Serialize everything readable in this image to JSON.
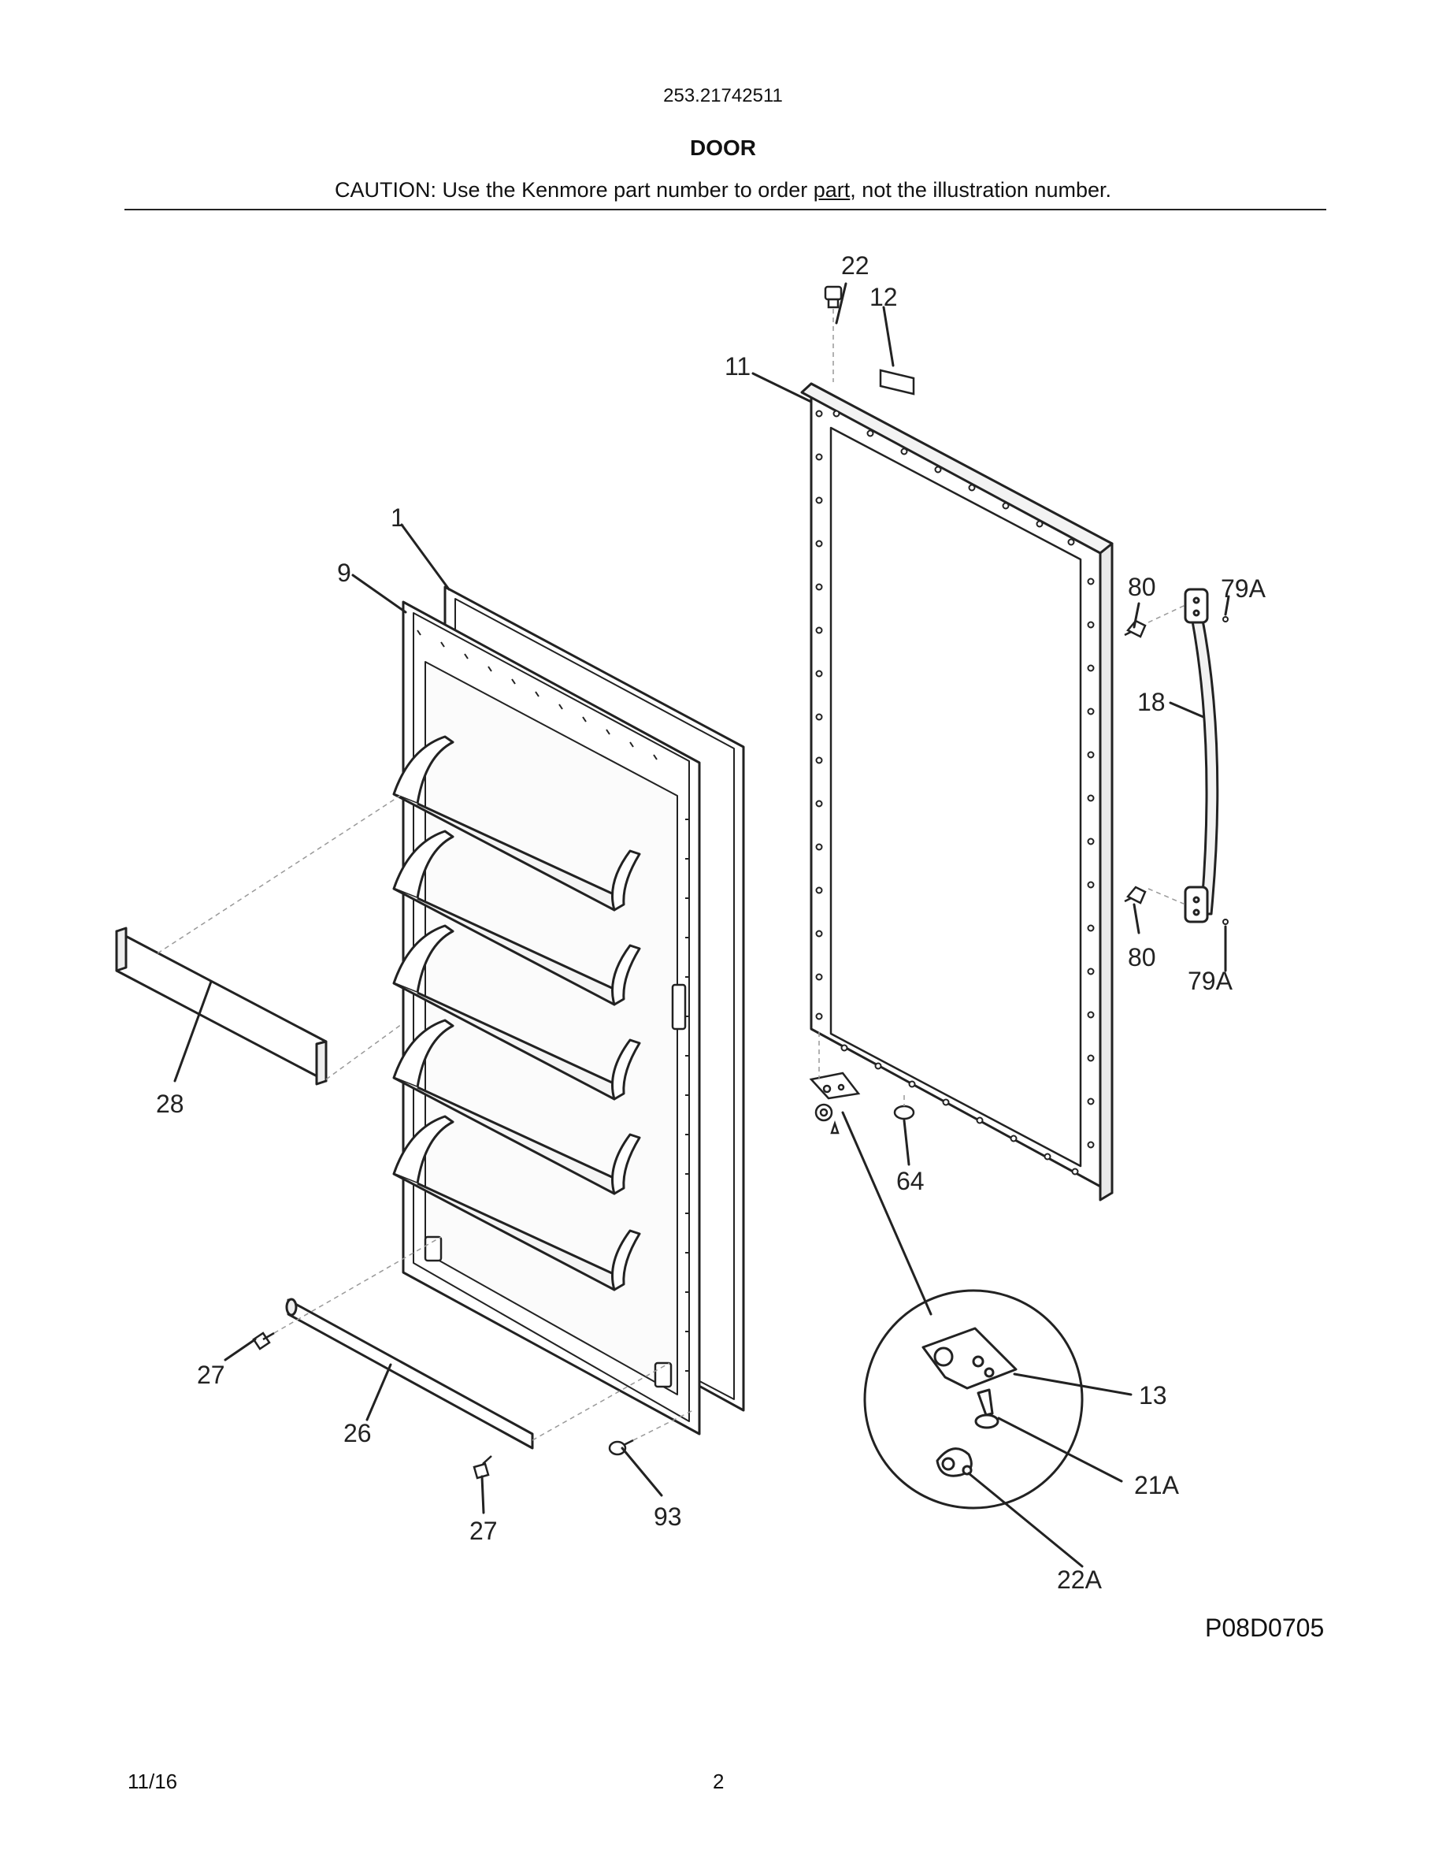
{
  "header": {
    "model_number": "253.21742511",
    "section_title": "DOOR",
    "caution_prefix": "CAUTION: Use the Kenmore part number to order ",
    "caution_link": "part",
    "caution_suffix": ", not the illustration number."
  },
  "callouts": {
    "c1": "1",
    "c9": "9",
    "c11": "11",
    "c12": "12",
    "c13": "13",
    "c18": "18",
    "c21a": "21A",
    "c22": "22",
    "c22a": "22A",
    "c26": "26",
    "c27_top": "27",
    "c27_bottom": "27",
    "c28": "28",
    "c64": "64",
    "c79a_top": "79A",
    "c79a_bottom": "79A",
    "c80_top": "80",
    "c80_bottom": "80",
    "c93": "93"
  },
  "footer": {
    "diagram_code": "P08D0705",
    "date": "11/16",
    "page_number": "2"
  }
}
